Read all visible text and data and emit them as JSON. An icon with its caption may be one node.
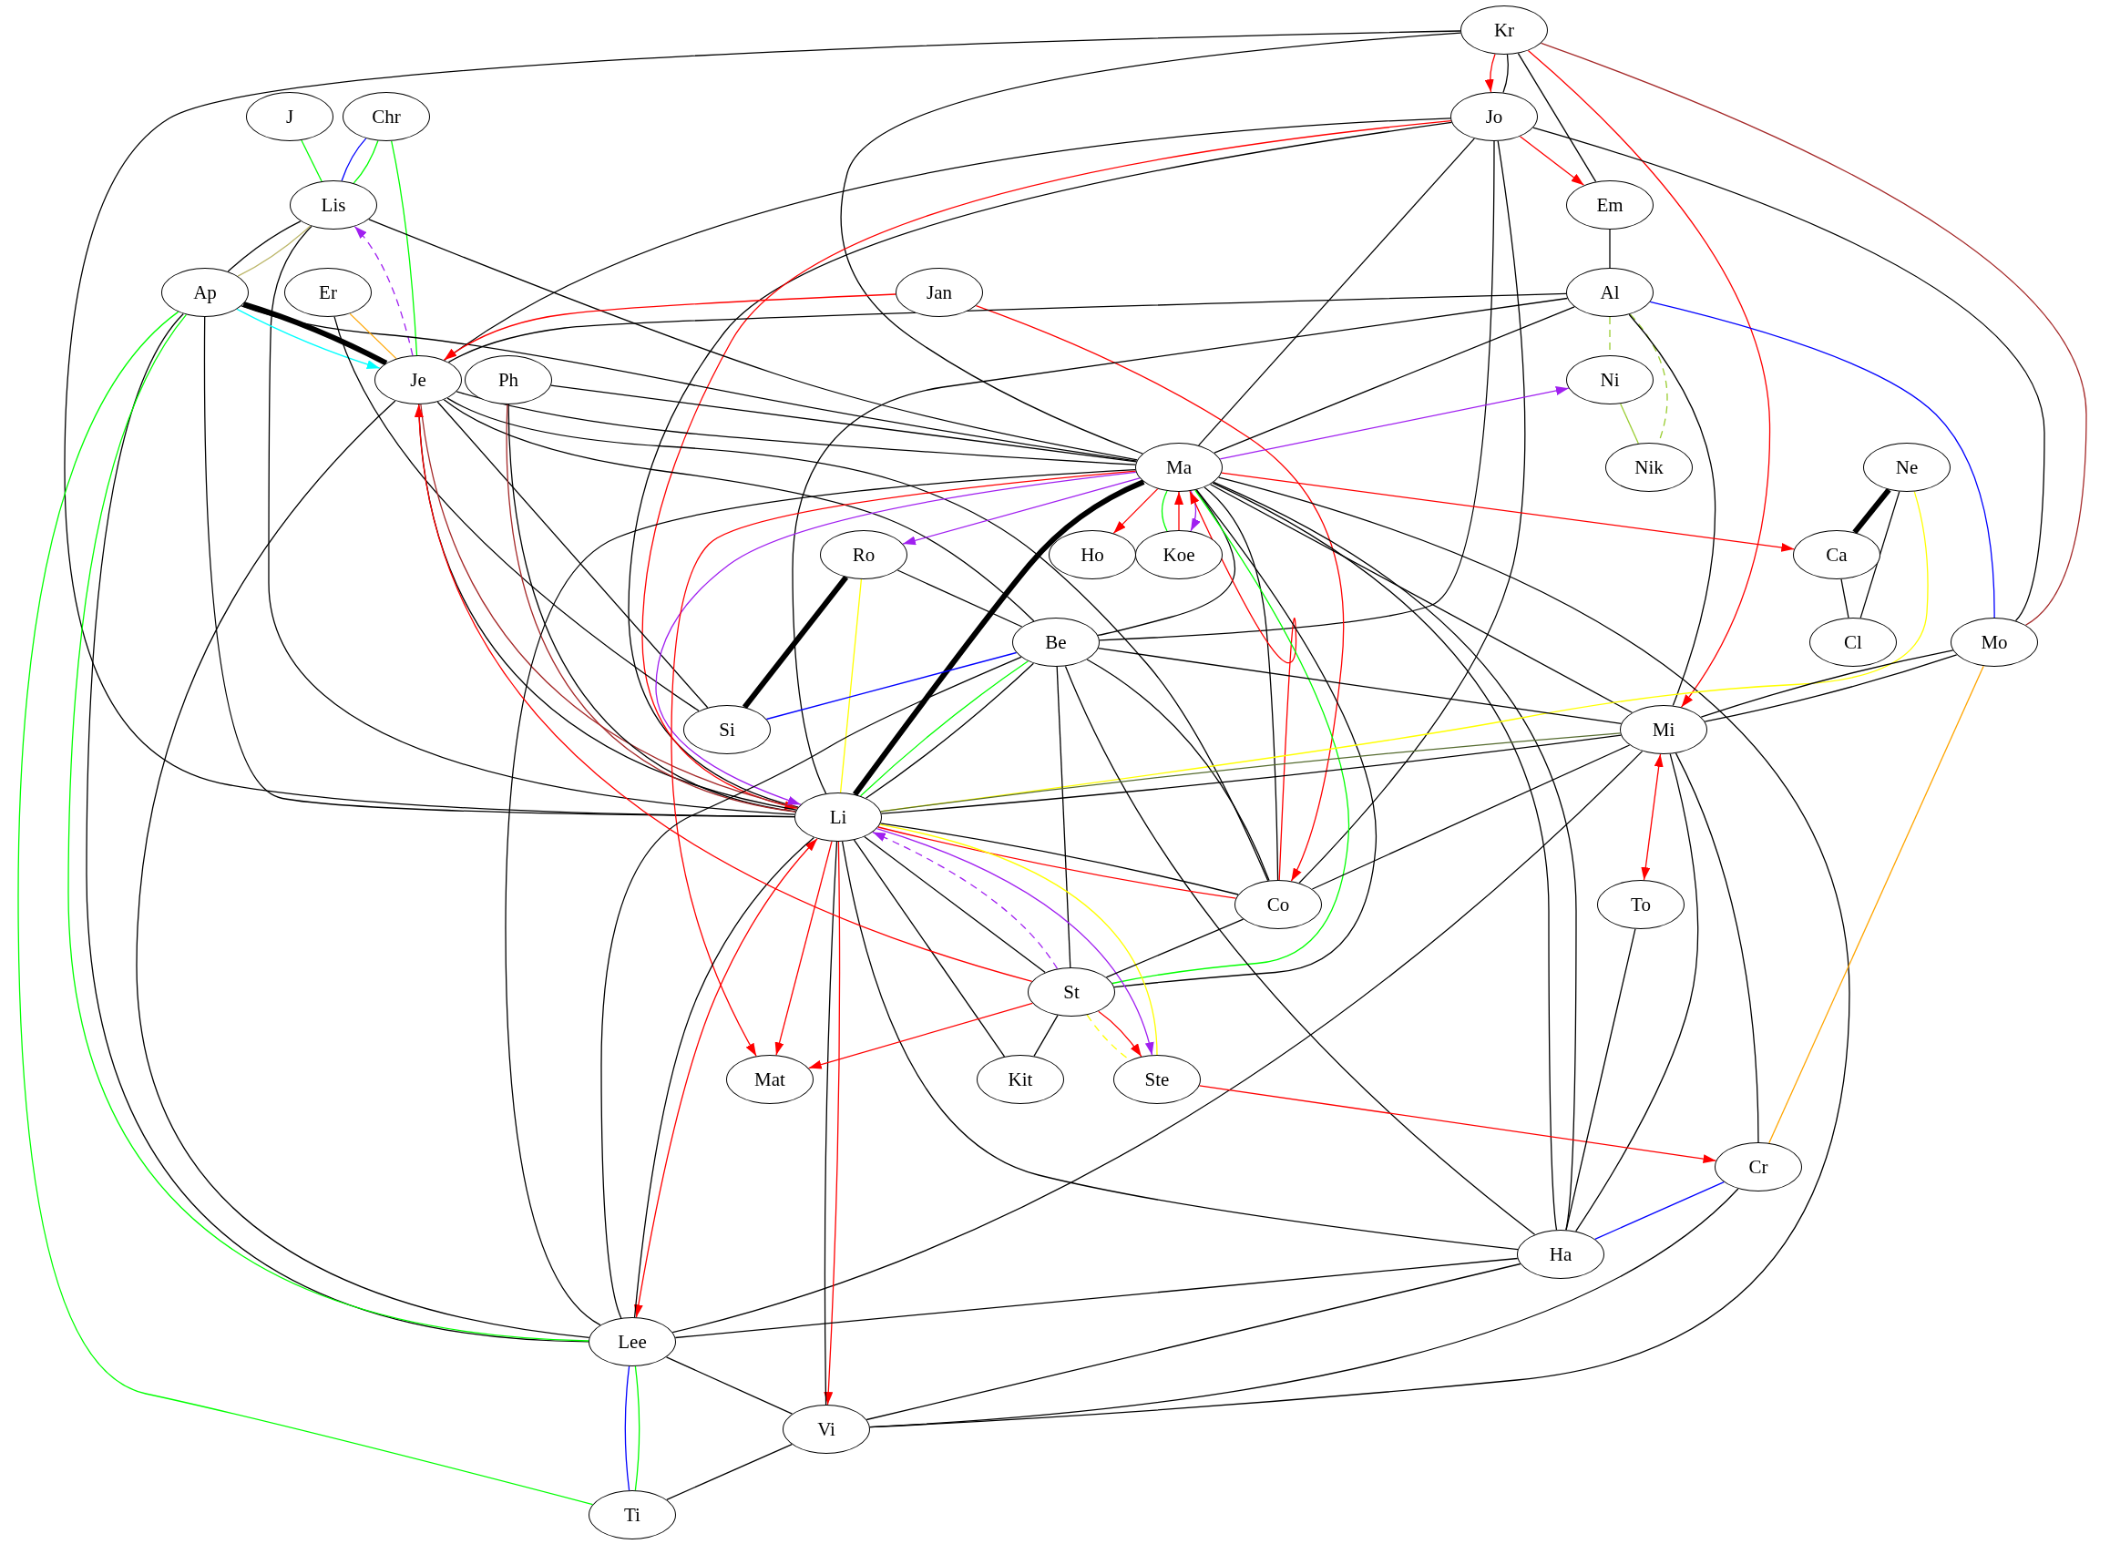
{
  "diagram": {
    "nodes": [
      {
        "text": [
          "Kr"
        ]
      },
      {
        "text": [
          "J"
        ]
      },
      {
        "text": [
          "Chr"
        ]
      },
      {
        "text": [
          "Jo"
        ]
      },
      {
        "text": [
          "Lis"
        ]
      },
      {
        "text": [
          "Em"
        ]
      },
      {
        "text": [
          "Ap"
        ]
      },
      {
        "text": [
          "Er"
        ]
      },
      {
        "text": [
          "Jan"
        ]
      },
      {
        "text": [
          "Al"
        ]
      },
      {
        "text": [
          "Je"
        ]
      },
      {
        "text": [
          "Ph"
        ]
      },
      {
        "text": [
          "Ni"
        ]
      },
      {
        "text": [
          "Ma"
        ]
      },
      {
        "text": [
          "Nik"
        ]
      },
      {
        "text": [
          "Ne"
        ]
      },
      {
        "text": [
          "Ro"
        ]
      },
      {
        "text": [
          "Ho"
        ]
      },
      {
        "text": [
          "Koe"
        ]
      },
      {
        "text": [
          "Ca"
        ]
      },
      {
        "text": [
          "Be"
        ]
      },
      {
        "text": [
          "Cl"
        ]
      },
      {
        "text": [
          "Mo"
        ]
      },
      {
        "text": [
          "Si"
        ]
      },
      {
        "text": [
          "Mi"
        ]
      },
      {
        "text": [
          "Li"
        ]
      },
      {
        "text": [
          "Co"
        ]
      },
      {
        "text": [
          "To"
        ]
      },
      {
        "text": [
          "St"
        ]
      },
      {
        "text": [
          "Mat"
        ]
      },
      {
        "text": [
          "Kit"
        ]
      },
      {
        "text": [
          "Ste"
        ]
      },
      {
        "text": [
          "Cr"
        ]
      },
      {
        "text": [
          "Ha"
        ]
      },
      {
        "text": [
          "Lee"
        ]
      },
      {
        "text": [
          "Vi"
        ]
      },
      {
        "text": [
          "Ti"
        ]
      }
    ],
    "edges": [
      {
        "from": 0,
        "to": 3,
        "arrow": "none"
      },
      {
        "from": 0,
        "to": 3,
        "arrow": "to",
        "color": "#ff0000"
      },
      {
        "from": 0,
        "to": 5,
        "arrow": "none"
      },
      {
        "from": 0,
        "to": 24,
        "arrow": "to",
        "color": "#ff0000"
      },
      {
        "from": 0,
        "to": 22,
        "arrow": "none",
        "color": "#a52a2a"
      },
      {
        "from": 0,
        "to": 13,
        "arrow": "none"
      },
      {
        "from": 0,
        "to": 25,
        "arrow": "none"
      },
      {
        "from": 1,
        "to": 4,
        "arrow": "none",
        "color": "#00ff00"
      },
      {
        "from": 2,
        "to": 4,
        "arrow": "none",
        "color": "#00ff00"
      },
      {
        "from": 2,
        "to": 4,
        "arrow": "none",
        "color": "#0000ff"
      },
      {
        "from": 2,
        "to": 10,
        "arrow": "none",
        "color": "#00ff00"
      },
      {
        "from": 3,
        "to": 10,
        "arrow": "none"
      },
      {
        "from": 3,
        "to": 25,
        "arrow": "none"
      },
      {
        "from": 3,
        "to": 25,
        "arrow": "to",
        "color": "#ff0000"
      },
      {
        "from": 3,
        "to": 5,
        "arrow": "to",
        "color": "#ff0000"
      },
      {
        "from": 3,
        "to": 13,
        "arrow": "none"
      },
      {
        "from": 3,
        "to": 22,
        "arrow": "none"
      },
      {
        "from": 3,
        "to": 20,
        "arrow": "none"
      },
      {
        "from": 3,
        "to": 26,
        "arrow": "none"
      },
      {
        "from": 4,
        "to": 6,
        "arrow": "none",
        "color": "#bdb76b"
      },
      {
        "from": 4,
        "to": 6,
        "arrow": "none"
      },
      {
        "from": 4,
        "to": 25,
        "arrow": "none"
      },
      {
        "from": 4,
        "to": 13,
        "arrow": "none"
      },
      {
        "from": 10,
        "to": 4,
        "arrow": "to",
        "style": "dashed",
        "color": "#a020f0"
      },
      {
        "from": 6,
        "to": 10,
        "arrow": "none",
        "style": "thick"
      },
      {
        "from": 6,
        "to": 10,
        "arrow": "to",
        "color": "#00ffff"
      },
      {
        "from": 6,
        "to": 13,
        "arrow": "none"
      },
      {
        "from": 6,
        "to": 25,
        "arrow": "none"
      },
      {
        "from": 6,
        "to": 34,
        "arrow": "none"
      },
      {
        "from": 6,
        "to": 34,
        "arrow": "none",
        "color": "#00ff00"
      },
      {
        "from": 6,
        "to": 36,
        "arrow": "none",
        "color": "#00ff00"
      },
      {
        "from": 7,
        "to": 10,
        "arrow": "none",
        "color": "#ffa500"
      },
      {
        "from": 7,
        "to": 23,
        "arrow": "none"
      },
      {
        "from": 8,
        "to": 10,
        "arrow": "to",
        "color": "#ff0000"
      },
      {
        "from": 8,
        "to": 26,
        "arrow": "to",
        "color": "#ff0000"
      },
      {
        "from": 5,
        "to": 9,
        "arrow": "none"
      },
      {
        "from": 9,
        "to": 10,
        "arrow": "none"
      },
      {
        "from": 9,
        "to": 25,
        "arrow": "none"
      },
      {
        "from": 9,
        "to": 13,
        "arrow": "none"
      },
      {
        "from": 9,
        "to": 12,
        "arrow": "none",
        "style": "dashed",
        "color": "#9acd32"
      },
      {
        "from": 9,
        "to": 14,
        "arrow": "none",
        "style": "dashed",
        "color": "#9acd32"
      },
      {
        "from": 9,
        "to": 24,
        "arrow": "none"
      },
      {
        "from": 9,
        "to": 22,
        "arrow": "none",
        "color": "#0000ff"
      },
      {
        "from": 12,
        "to": 14,
        "arrow": "none",
        "color": "#9acd32"
      },
      {
        "from": 10,
        "to": 13,
        "arrow": "none"
      },
      {
        "from": 10,
        "to": 20,
        "arrow": "none"
      },
      {
        "from": 10,
        "to": 26,
        "arrow": "none"
      },
      {
        "from": 10,
        "to": 23,
        "arrow": "none"
      },
      {
        "from": 10,
        "to": 25,
        "arrow": "none"
      },
      {
        "from": 10,
        "to": 25,
        "arrow": "none",
        "color": "#a52a2a"
      },
      {
        "from": 10,
        "to": 34,
        "arrow": "none"
      },
      {
        "from": 11,
        "to": 13,
        "arrow": "none"
      },
      {
        "from": 11,
        "to": 25,
        "arrow": "none"
      },
      {
        "from": 11,
        "to": 25,
        "arrow": "none",
        "color": "#a52a2a"
      },
      {
        "from": 13,
        "to": 12,
        "arrow": "to",
        "color": "#a020f0"
      },
      {
        "from": 13,
        "to": 16,
        "arrow": "to",
        "color": "#a020f0"
      },
      {
        "from": 13,
        "to": 17,
        "arrow": "to",
        "color": "#ff0000"
      },
      {
        "from": 13,
        "to": 18,
        "arrow": "to",
        "color": "#a020f0"
      },
      {
        "from": 18,
        "to": 13,
        "arrow": "to",
        "color": "#ff0000"
      },
      {
        "from": 13,
        "to": 18,
        "arrow": "none",
        "color": "#00ff00"
      },
      {
        "from": 13,
        "to": 19,
        "arrow": "to",
        "color": "#ff0000"
      },
      {
        "from": 13,
        "to": 20,
        "arrow": "none"
      },
      {
        "from": 13,
        "to": 25,
        "arrow": "none",
        "style": "thick"
      },
      {
        "from": 13,
        "to": 25,
        "arrow": "to",
        "color": "#a020f0"
      },
      {
        "from": 13,
        "to": 29,
        "arrow": "to",
        "color": "#ff0000"
      },
      {
        "from": 13,
        "to": 34,
        "arrow": "none"
      },
      {
        "from": 13,
        "to": 26,
        "arrow": "none"
      },
      {
        "from": 26,
        "to": 13,
        "arrow": "to",
        "color": "#ff0000"
      },
      {
        "from": 13,
        "to": 28,
        "arrow": "none"
      },
      {
        "from": 13,
        "to": 28,
        "arrow": "none",
        "color": "#00ff00"
      },
      {
        "from": 13,
        "to": 33,
        "arrow": "none"
      },
      {
        "from": 13,
        "to": 33,
        "arrow": "none"
      },
      {
        "from": 13,
        "to": 24,
        "arrow": "none"
      },
      {
        "from": 13,
        "to": 35,
        "arrow": "none"
      },
      {
        "from": 15,
        "to": 19,
        "arrow": "none",
        "style": "thick"
      },
      {
        "from": 15,
        "to": 21,
        "arrow": "none"
      },
      {
        "from": 15,
        "to": 25,
        "arrow": "none",
        "color": "#ffff00"
      },
      {
        "from": 19,
        "to": 21,
        "arrow": "none"
      },
      {
        "from": 22,
        "to": 24,
        "arrow": "none"
      },
      {
        "from": 22,
        "to": 24,
        "arrow": "none"
      },
      {
        "from": 22,
        "to": 32,
        "arrow": "none",
        "color": "#ffa500"
      },
      {
        "from": 16,
        "to": 20,
        "arrow": "none"
      },
      {
        "from": 16,
        "to": 23,
        "arrow": "none",
        "style": "thick"
      },
      {
        "from": 16,
        "to": 25,
        "arrow": "none",
        "color": "#ffff00"
      },
      {
        "from": 20,
        "to": 23,
        "arrow": "none",
        "color": "#0000ff"
      },
      {
        "from": 20,
        "to": 25,
        "arrow": "none"
      },
      {
        "from": 20,
        "to": 25,
        "arrow": "none",
        "color": "#00ff00"
      },
      {
        "from": 20,
        "to": 24,
        "arrow": "none"
      },
      {
        "from": 20,
        "to": 26,
        "arrow": "none"
      },
      {
        "from": 20,
        "to": 28,
        "arrow": "none"
      },
      {
        "from": 20,
        "to": 33,
        "arrow": "none"
      },
      {
        "from": 20,
        "to": 34,
        "arrow": "none"
      },
      {
        "from": 24,
        "to": 25,
        "arrow": "none"
      },
      {
        "from": 24,
        "to": 25,
        "arrow": "none",
        "color": "#556b2f"
      },
      {
        "from": 24,
        "to": 26,
        "arrow": "none"
      },
      {
        "from": 24,
        "to": 27,
        "arrow": "both",
        "color": "#ff0000"
      },
      {
        "from": 24,
        "to": 33,
        "arrow": "none"
      },
      {
        "from": 24,
        "to": 32,
        "arrow": "none"
      },
      {
        "from": 24,
        "to": 34,
        "arrow": "none"
      },
      {
        "from": 25,
        "to": 26,
        "arrow": "none"
      },
      {
        "from": 25,
        "to": 26,
        "arrow": "none",
        "color": "#ff0000"
      },
      {
        "from": 25,
        "to": 28,
        "arrow": "none"
      },
      {
        "from": 28,
        "to": 25,
        "arrow": "to",
        "style": "dashed",
        "color": "#a020f0"
      },
      {
        "from": 25,
        "to": 31,
        "arrow": "to",
        "color": "#a020f0"
      },
      {
        "from": 25,
        "to": 31,
        "arrow": "none",
        "color": "#ffff00"
      },
      {
        "from": 25,
        "to": 30,
        "arrow": "none"
      },
      {
        "from": 25,
        "to": 33,
        "arrow": "none"
      },
      {
        "from": 25,
        "to": 34,
        "arrow": "both",
        "color": "#ff0000"
      },
      {
        "from": 25,
        "to": 34,
        "arrow": "none"
      },
      {
        "from": 25,
        "to": 29,
        "arrow": "to",
        "color": "#ff0000"
      },
      {
        "from": 25,
        "to": 35,
        "arrow": "to",
        "color": "#ff0000"
      },
      {
        "from": 25,
        "to": 35,
        "arrow": "none"
      },
      {
        "from": 26,
        "to": 28,
        "arrow": "none"
      },
      {
        "from": 28,
        "to": 10,
        "arrow": "to",
        "color": "#ff0000"
      },
      {
        "from": 28,
        "to": 29,
        "arrow": "to",
        "color": "#ff0000"
      },
      {
        "from": 28,
        "to": 30,
        "arrow": "none"
      },
      {
        "from": 28,
        "to": 31,
        "arrow": "to",
        "color": "#ff0000"
      },
      {
        "from": 28,
        "to": 31,
        "arrow": "none",
        "style": "dashed",
        "color": "#ffff00"
      },
      {
        "from": 31,
        "to": 32,
        "arrow": "to",
        "color": "#ff0000"
      },
      {
        "from": 27,
        "to": 33,
        "arrow": "none"
      },
      {
        "from": 32,
        "to": 33,
        "arrow": "none",
        "color": "#0000ff"
      },
      {
        "from": 32,
        "to": 35,
        "arrow": "none"
      },
      {
        "from": 33,
        "to": 34,
        "arrow": "none"
      },
      {
        "from": 33,
        "to": 35,
        "arrow": "none"
      },
      {
        "from": 34,
        "to": 35,
        "arrow": "none"
      },
      {
        "from": 34,
        "to": 36,
        "arrow": "none",
        "color": "#00ff00"
      },
      {
        "from": 34,
        "to": 36,
        "arrow": "none",
        "color": "#0000ff"
      },
      {
        "from": 35,
        "to": 36,
        "arrow": "none"
      }
    ]
  }
}
